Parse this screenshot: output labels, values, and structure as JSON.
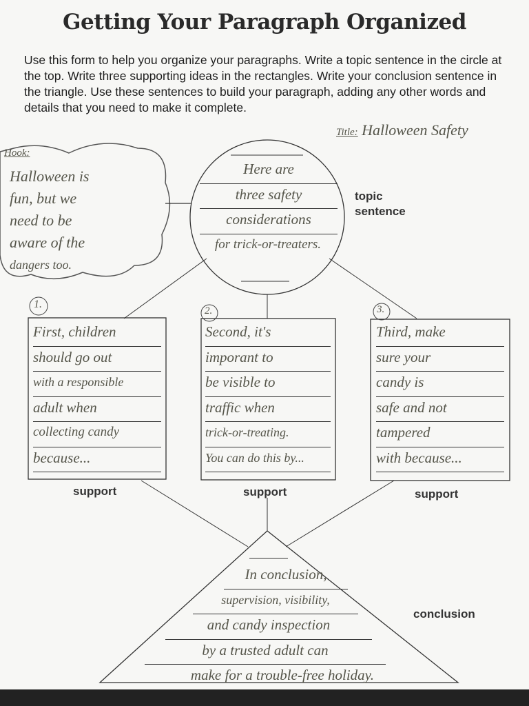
{
  "title": "Getting Your Paragraph Organized",
  "instructions": "Use this form to help you organize your paragraphs.  Write a topic sentence in the circle at the top.  Write three supporting ideas in the rectangles.  Write your conclusion sentence in the triangle.  Use these sentences to build your paragraph, adding any other words and details that you need to make it complete.",
  "paragraph_title": {
    "label": "Title:",
    "value": "Halloween Safety"
  },
  "hook": {
    "label": "Hook:",
    "lines": [
      "Halloween is",
      "fun, but we",
      "need to be",
      "aware of the",
      "dangers too."
    ]
  },
  "topic": {
    "label_1": "topic",
    "label_2": "sentence",
    "lines": [
      "Here are",
      "three safety",
      "considerations",
      "for trick-or-treaters."
    ]
  },
  "supports": [
    {
      "number": "1.",
      "label": "support",
      "lines": [
        "First, children",
        "should go out",
        "with a responsible",
        "adult when",
        "collecting candy",
        "because..."
      ]
    },
    {
      "number": "2.",
      "label": "support",
      "lines": [
        "Second, it's",
        "imporant to",
        "be visible to",
        "traffic when",
        "trick-or-treating.",
        "You can do this by..."
      ]
    },
    {
      "number": "3.",
      "label": "support",
      "lines": [
        "Third, make",
        "sure your",
        "candy is",
        "safe and not",
        "tampered",
        "with because..."
      ]
    }
  ],
  "conclusion": {
    "label": "conclusion",
    "lines": [
      "In conclusion,",
      "supervision, visibility,",
      "and candy inspection",
      "by a trusted adult can",
      "make for a trouble-free holiday."
    ]
  }
}
